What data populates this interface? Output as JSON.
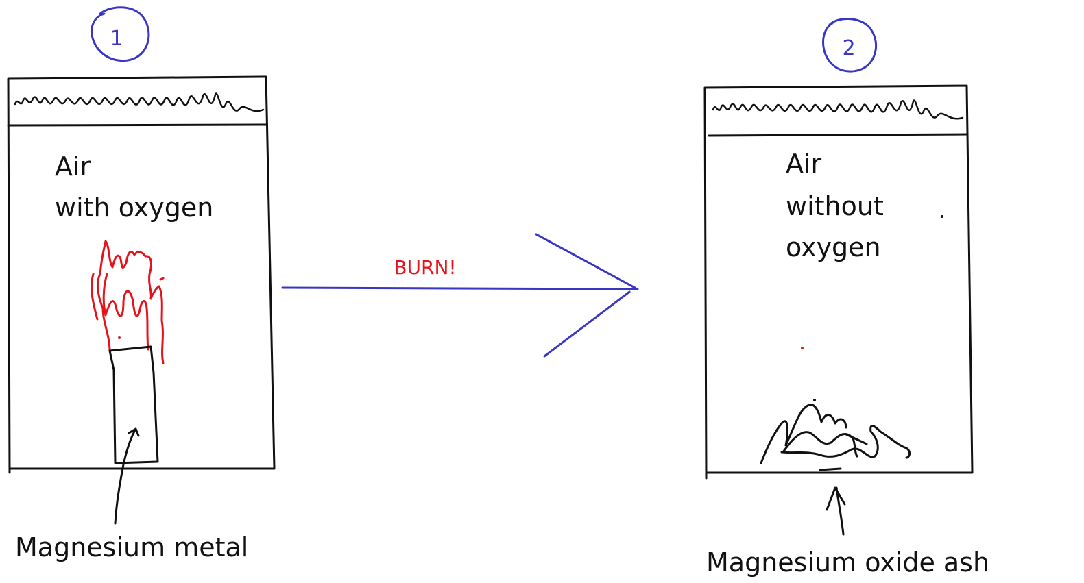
{
  "colors": {
    "ink": "#111111",
    "flame": "#e5141c",
    "annotation": "#3a36c4"
  },
  "diagram": {
    "step_1": {
      "number": "1",
      "container_text_line1": "Air",
      "container_text_line2": "with oxygen",
      "label": "Magnesium metal"
    },
    "arrow": {
      "label": "BURN!"
    },
    "step_2": {
      "number": "2",
      "container_text_line1": "Air",
      "container_text_line2": "without",
      "container_text_line3": "oxygen",
      "label": "Magnesium oxide ash"
    }
  }
}
